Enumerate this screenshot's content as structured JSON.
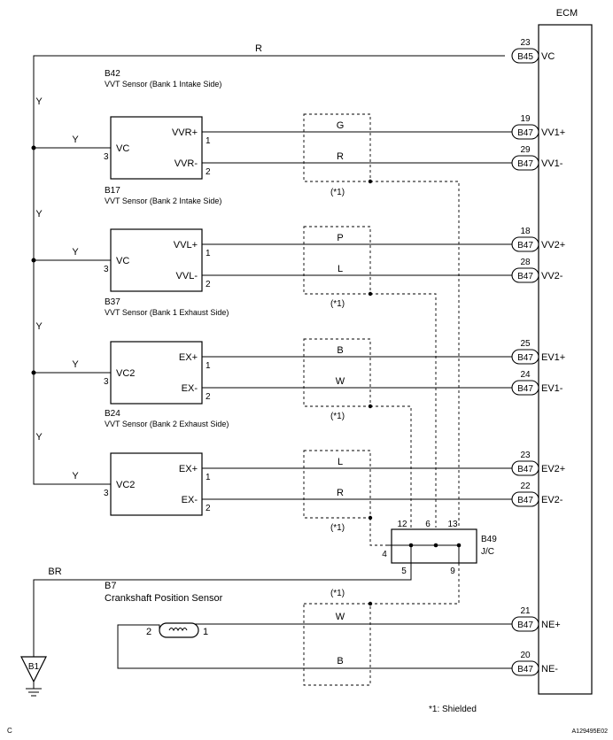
{
  "ecm": {
    "title": "ECM"
  },
  "ecm_pins": [
    {
      "num": "23",
      "conn": "B45",
      "name": "VC"
    },
    {
      "num": "19",
      "conn": "B47",
      "name": "VV1+"
    },
    {
      "num": "29",
      "conn": "B47",
      "name": "VV1-"
    },
    {
      "num": "18",
      "conn": "B47",
      "name": "VV2+"
    },
    {
      "num": "28",
      "conn": "B47",
      "name": "VV2-"
    },
    {
      "num": "25",
      "conn": "B47",
      "name": "EV1+"
    },
    {
      "num": "24",
      "conn": "B47",
      "name": "EV1-"
    },
    {
      "num": "23",
      "conn": "B47",
      "name": "EV2+"
    },
    {
      "num": "22",
      "conn": "B47",
      "name": "EV2-"
    },
    {
      "num": "21",
      "conn": "B47",
      "name": "NE+"
    },
    {
      "num": "20",
      "conn": "B47",
      "name": "NE-"
    }
  ],
  "sensors": [
    {
      "code": "B42",
      "name": "VVT Sensor (Bank 1 Intake Side)",
      "vc": "VC",
      "plus": "VVR+",
      "minus": "VVR-",
      "wire_plus": "G",
      "wire_minus": "R"
    },
    {
      "code": "B17",
      "name": "VVT Sensor (Bank 2 Intake Side)",
      "vc": "VC",
      "plus": "VVL+",
      "minus": "VVL-",
      "wire_plus": "P",
      "wire_minus": "L"
    },
    {
      "code": "B37",
      "name": "VVT Sensor (Bank 1 Exhaust Side)",
      "vc": "VC2",
      "plus": "EX+",
      "minus": "EX-",
      "wire_plus": "B",
      "wire_minus": "W"
    },
    {
      "code": "B24",
      "name": "VVT Sensor (Bank 2 Exhaust Side)",
      "vc": "VC2",
      "plus": "EX+",
      "minus": "EX-",
      "wire_plus": "L",
      "wire_minus": "R"
    }
  ],
  "pins": {
    "p1": "1",
    "p2": "2",
    "p3": "3"
  },
  "wire_colors": {
    "supply": "R",
    "branch": "Y",
    "ground": "BR",
    "ne_plus": "W",
    "ne_minus": "B"
  },
  "shield_label": "(*1)",
  "jc": {
    "code": "B49",
    "name": "J/C",
    "pins": [
      "12",
      "6",
      "13",
      "4",
      "5",
      "9"
    ]
  },
  "crank": {
    "code": "B7",
    "name": "Crankshaft Position Sensor",
    "pin_left": "2",
    "pin_right": "1"
  },
  "ground": {
    "code": "B1"
  },
  "footnote": "*1: Shielded",
  "corner_letter": "C",
  "figure_id": "A129495E02"
}
